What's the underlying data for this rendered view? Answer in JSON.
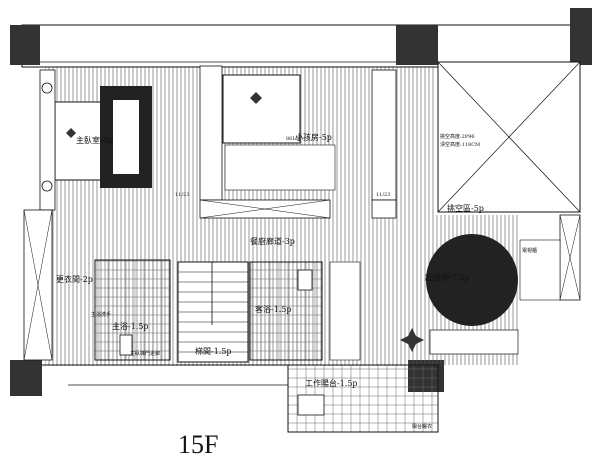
{
  "floor_label": "15F",
  "rooms": {
    "master_bedroom": "主臥室-8p",
    "small_bedroom": "小孩房-5p",
    "hallway": "餐廚廊道-3p",
    "living_room": "起居間-7.5p",
    "light_area": "挑空區-5p",
    "dressing_room": "更衣間-2p",
    "master_bath": "主浴-1.5p",
    "common_bath": "客浴-1.5p",
    "stairs": "梯間-1.5p",
    "work_balcony": "工作陽台-1.5p"
  },
  "notes": {
    "ceiling_note_1": "挑空高度:2P96",
    "ceiling_note_2": "淨空高度:118CM",
    "bed_size_1": "11/23",
    "bed_size_2": "11/23",
    "bed_mark": "86L3",
    "balcony_note": "陽台曬衣",
    "bath_note": "主浴洗手",
    "stair_note": "主臥梯門走廊",
    "tv_note": "電視櫃"
  }
}
